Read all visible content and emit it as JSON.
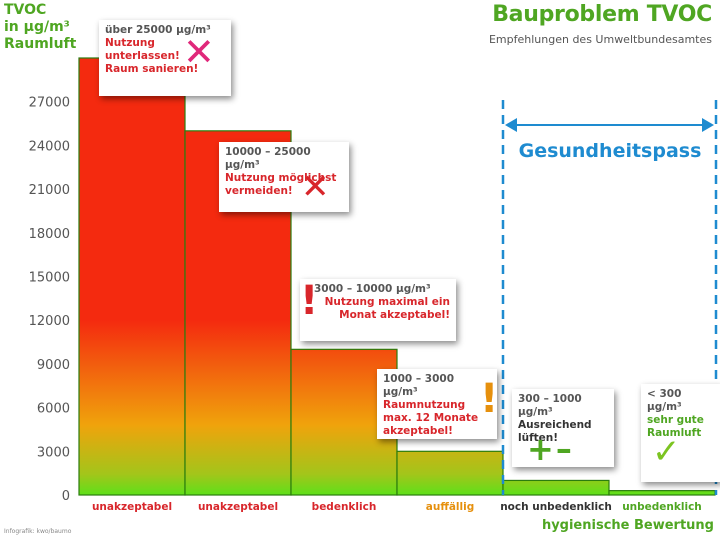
{
  "header": {
    "title": "Bauproblem TVOC",
    "subtitle": "Empfehlungen des Umweltbundesamtes",
    "y_title": "TVOC\nin µg/m³\nRaumluft",
    "x_title": "hygienische Bewertung",
    "credit": "Infografik: kwo/baumo"
  },
  "pass_label": "Gesundheitspass",
  "colors": {
    "red": "#f42a0f",
    "orange": "#f0a30c",
    "green": "#5ee01a",
    "brand_green": "#4fa622",
    "blue": "#1e8bd0"
  },
  "chart_data": {
    "type": "bar",
    "categories": [
      "unakzeptabel",
      "unakzeptabel",
      "bedenklich",
      "auffällig",
      "noch unbedenklich",
      "unbedenklich"
    ],
    "category_colors": [
      "#d8262b",
      "#d8262b",
      "#d8262b",
      "#e6900d",
      "#333333",
      "#4fa622"
    ],
    "values": [
      30000,
      25000,
      10000,
      3000,
      1000,
      300
    ],
    "ylim": [
      0,
      30000
    ],
    "yticks": [
      "0",
      "3000",
      "6000",
      "9000",
      "12000",
      "15000",
      "18000",
      "21000",
      "24000",
      "27000"
    ],
    "ytick_values": [
      0,
      3000,
      6000,
      9000,
      12000,
      15000,
      18000,
      21000,
      24000,
      27000
    ],
    "ylabel": "TVOC in µg/m³ Raumluft",
    "xlabel": "hygienische Bewertung",
    "grid": false
  },
  "notes": [
    {
      "head": "über 25000 µg/m³",
      "body": "Nutzung\nunterlassen!\nRaum sanieren!",
      "symbol": "✕"
    },
    {
      "head": "10000 – 25000 µg/m³",
      "body": "Nutzung möglichst\nvermeiden!",
      "symbol": "✕"
    },
    {
      "head": "3000 – 10000 µg/m³",
      "body": "Nutzung maximal ein\nMonat akzeptabel!",
      "symbol": "!"
    },
    {
      "head": "1000 – 3000 µg/m³",
      "body": "Raumnutzung\nmax. 12 Monate\nakzeptabel!",
      "symbol": "!"
    },
    {
      "head": "300 – 1000 µg/m³",
      "body": "Ausreichend\nlüften!",
      "symbol": "+–"
    },
    {
      "head": "< 300 µg/m³",
      "body": "sehr gute\nRaumluft",
      "symbol": "✓"
    }
  ]
}
